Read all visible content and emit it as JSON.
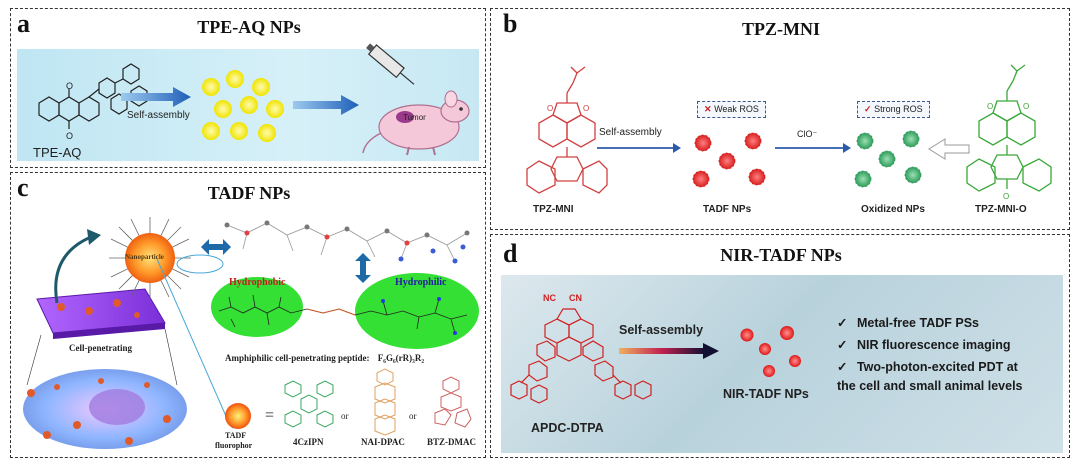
{
  "panel_a": {
    "label": "a",
    "title": "TPE-AQ NPs",
    "molecule": "TPE-AQ",
    "arrow_label": "Self-assembly",
    "mouse_label": "Tumor"
  },
  "panel_b": {
    "label": "b",
    "title": "TPZ-MNI",
    "molecule_left": "TPZ-MNI",
    "arrow1_label": "Self-assembly",
    "arrow2_label": "ClO⁻",
    "weak_badge": "Weak ROS",
    "strong_badge": "Strong ROS",
    "np1_label": "TADF  NPs",
    "np2_label": "Oxidized NPs",
    "molecule_right": "TPZ-MNI-O",
    "colors": {
      "red_np": "#e03030",
      "green_np": "#3aa860",
      "left_struct": "#d04040",
      "right_struct": "#3aa83a"
    }
  },
  "panel_c": {
    "label": "c",
    "title": "TADF NPs",
    "nanoparticle": "Nanoparticle",
    "hydrophobic": "Hydrophobic",
    "hydrophilic": "Hydrophilic",
    "peptide": "Amphiphilic cell-penetrating peptide:",
    "peptide_formula": "F₆G₆(rR)₃R₂",
    "cell_label": "Cell-penetrating",
    "fluorophor_line1": "TADF",
    "fluorophor_line2": "fluorophor",
    "equals": "=",
    "or1": "or",
    "or2": "or",
    "candidates": [
      "4CzIPN",
      "NAI-DPAC",
      "BTZ-DMAC"
    ]
  },
  "panel_d": {
    "label": "d",
    "title": "NIR-TADF NPs",
    "cn1": "NC",
    "cn2": "CN",
    "molecule": "APDC-DTPA",
    "arrow_label": "Self-assembly",
    "np_label": "NIR-TADF NPs",
    "check": "✓",
    "features": [
      "Metal-free TADF PSs",
      "NIR fluorescence imaging",
      "Two-photon-excited  PDT at",
      "the cell and small animal levels"
    ]
  }
}
